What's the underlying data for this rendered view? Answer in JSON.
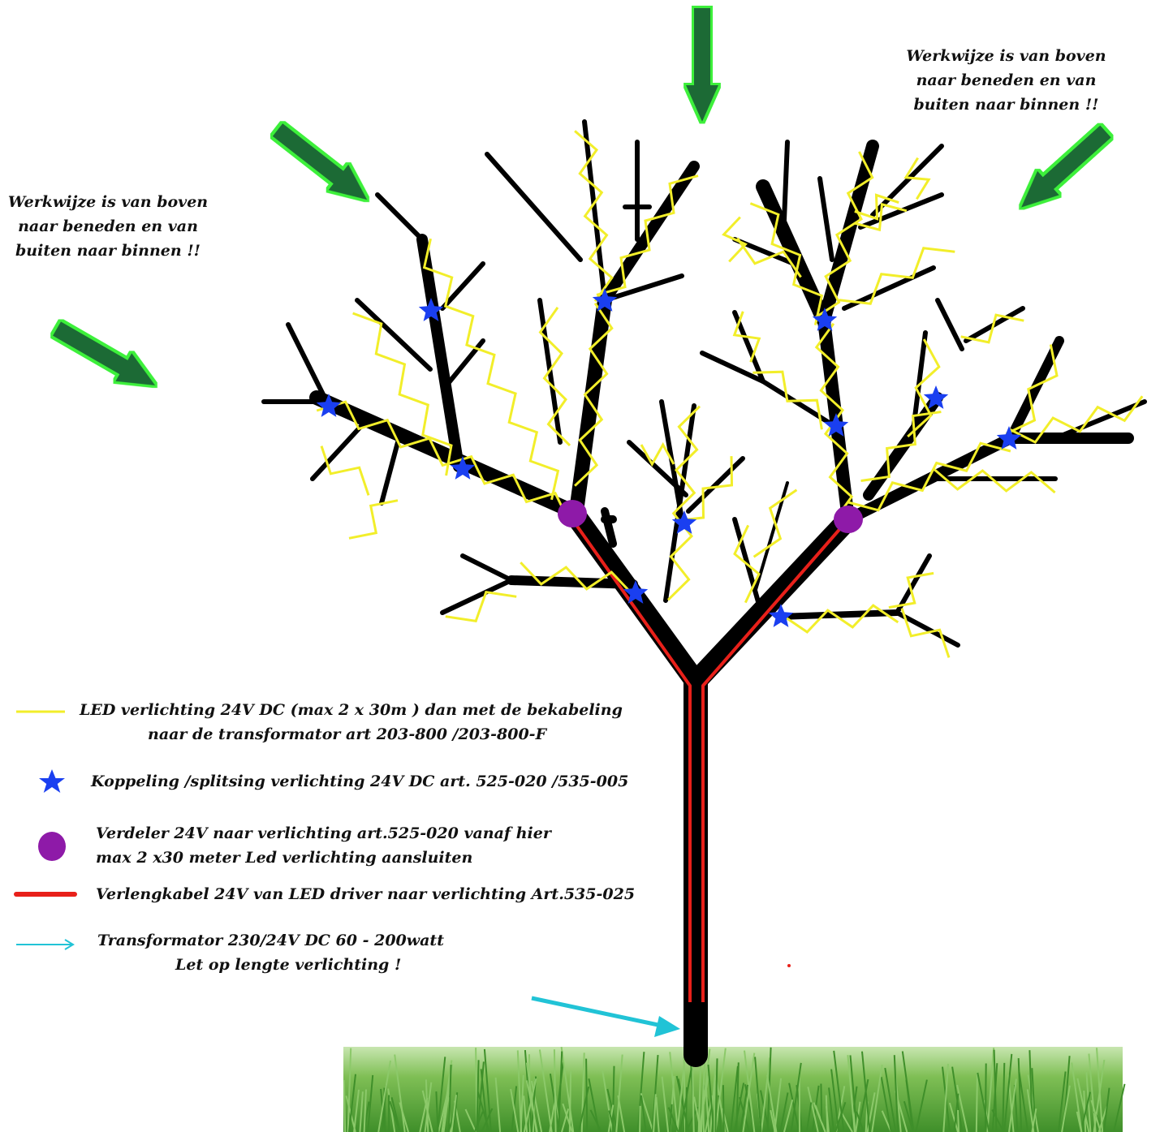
{
  "notes": {
    "left": [
      "Werkwijze is van boven",
      "naar beneden en van",
      "buiten naar binnen !!"
    ],
    "right": [
      "Werkwijze is van boven",
      "naar beneden en van",
      "buiten naar binnen !!"
    ]
  },
  "legend": {
    "led": [
      "LED verlichting  24V DC  (max 2 x 30m ) dan met de bekabeling",
      "naar de transformator  art 203-800 /203-800-F"
    ],
    "coupling": [
      "Koppeling /splitsing verlichting  24V DC  art. 525-020 /535-005"
    ],
    "distributor": [
      "Verdeler 24V naar verlichting  art.525-020 vanaf hier",
      "max 2 x30 meter Led verlichting aansluiten"
    ],
    "cable": [
      "Verlengkabel 24V van LED driver naar verlichting  Art.535-025"
    ],
    "transformer": [
      "Transformator 230/24V DC 60 - 200watt",
      "Let op lengte verlichting !"
    ]
  },
  "colors": {
    "led": "#f2ee2a",
    "coupling": "#1a3ff0",
    "distributor": "#8e1aa8",
    "cable": "#e8201a",
    "transformer": "#21c3d6",
    "arrow_fill": "#1c6b34",
    "arrow_glow": "#3ef03a",
    "branch": "#000000",
    "grass": "#5aa63a"
  },
  "icons": {
    "direction_arrows": "green-arrow-icon",
    "coupling": "star-icon",
    "distributor": "circle-icon",
    "transformer": "cyan-arrow-icon"
  }
}
